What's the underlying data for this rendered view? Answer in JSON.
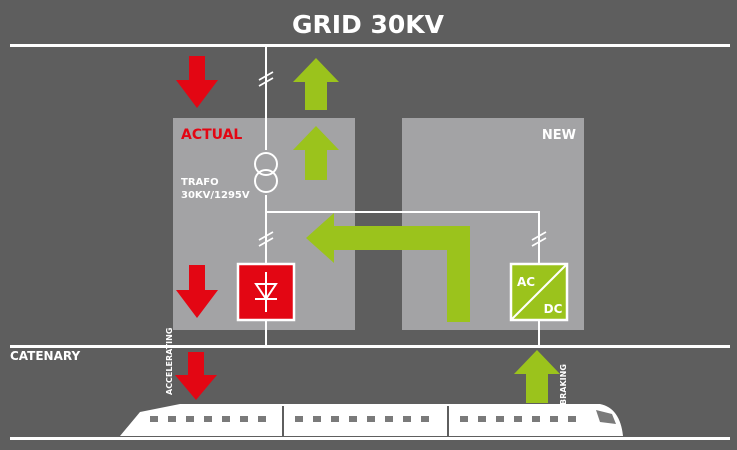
{
  "title": "GRID 30KV",
  "actual_label": "ACTUAL",
  "new_label": "NEW",
  "trafo_label_line1": "TRAFO",
  "trafo_label_line2": "30KV/1295V",
  "catenary_label": "CATENARY",
  "accelerating_label": "ACCELERATING",
  "braking_label": "BRAKING",
  "converter_label_ac": "AC",
  "converter_label_dc": "DC",
  "colors": {
    "background": "#5e5e5e",
    "panel": "#a3a3a5",
    "line": "#ffffff",
    "red_arrow": "#e30613",
    "green_arrow": "#9bc31c",
    "actual_text": "#e30613"
  }
}
